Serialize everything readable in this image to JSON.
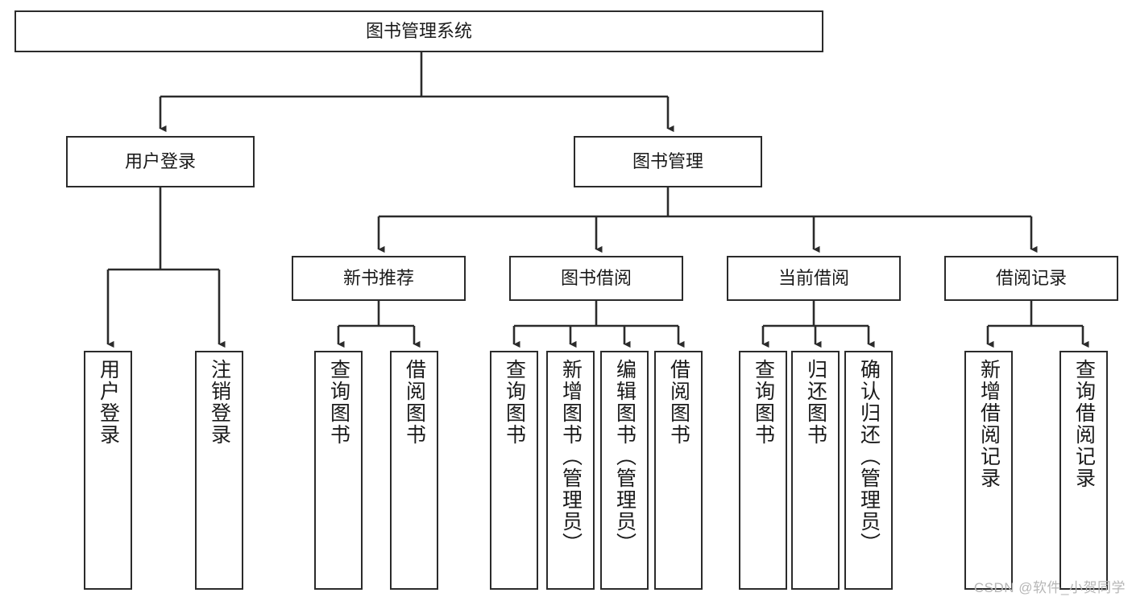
{
  "diagram": {
    "type": "tree-hierarchy",
    "title_node": "图书管理系统",
    "watermark": "CSDN @软件_小贺同学",
    "colors": {
      "line": "#2b2b2b",
      "box_border": "#2b2b2b",
      "background": "#ffffff",
      "text": "#1a1a1a",
      "watermark": "#b6b6b6"
    },
    "levels": {
      "level1": [
        "图书管理系统"
      ],
      "level2": [
        "用户登录",
        "图书管理"
      ],
      "level3": [
        "新书推荐",
        "图书借阅",
        "当前借阅",
        "借阅记录"
      ],
      "level4": [
        "用户登录",
        "注销登录",
        "查询图书",
        "借阅图书",
        "查询图书",
        "新增图书（管理员）",
        "编辑图书（管理员）",
        "借阅图书",
        "查询图书",
        "归还图书",
        "确认归还（管理员）",
        "新增借阅记录",
        "查询借阅记录"
      ]
    },
    "nodes": {
      "root": {
        "label": "图书管理系统"
      },
      "user_login": {
        "label": "用户登录"
      },
      "book_manage": {
        "label": "图书管理"
      },
      "new_book_rec": {
        "label": "新书推荐"
      },
      "book_borrow": {
        "label": "图书借阅"
      },
      "current_borrow": {
        "label": "当前借阅"
      },
      "borrow_record": {
        "label": "借阅记录"
      },
      "leaf_user_login": {
        "label": "用户登录"
      },
      "leaf_logout": {
        "label": "注销登录"
      },
      "leaf_query_book_1": {
        "label": "查询图书"
      },
      "leaf_borrow_book_1": {
        "label": "借阅图书"
      },
      "leaf_query_book_2": {
        "label": "查询图书"
      },
      "leaf_add_book_admin": {
        "label": "新增图书（管理员）"
      },
      "leaf_edit_book_admin": {
        "label": "编辑图书（管理员）"
      },
      "leaf_borrow_book_2": {
        "label": "借阅图书"
      },
      "leaf_query_book_3": {
        "label": "查询图书"
      },
      "leaf_return_book": {
        "label": "归还图书"
      },
      "leaf_confirm_return_admin": {
        "label": "确认归还（管理员）"
      },
      "leaf_add_borrow_record": {
        "label": "新增借阅记录"
      },
      "leaf_query_borrow_record": {
        "label": "查询借阅记录"
      }
    },
    "edges": [
      {
        "from": "图书管理系统",
        "to": "用户登录"
      },
      {
        "from": "图书管理系统",
        "to": "图书管理"
      },
      {
        "from": "用户登录",
        "to": "用户登录"
      },
      {
        "from": "用户登录",
        "to": "注销登录"
      },
      {
        "from": "图书管理",
        "to": "新书推荐"
      },
      {
        "from": "图书管理",
        "to": "图书借阅"
      },
      {
        "from": "图书管理",
        "to": "当前借阅"
      },
      {
        "from": "图书管理",
        "to": "借阅记录"
      },
      {
        "from": "新书推荐",
        "to": "查询图书"
      },
      {
        "from": "新书推荐",
        "to": "借阅图书"
      },
      {
        "from": "图书借阅",
        "to": "查询图书"
      },
      {
        "from": "图书借阅",
        "to": "新增图书（管理员）"
      },
      {
        "from": "图书借阅",
        "to": "编辑图书（管理员）"
      },
      {
        "from": "图书借阅",
        "to": "借阅图书"
      },
      {
        "from": "当前借阅",
        "to": "查询图书"
      },
      {
        "from": "当前借阅",
        "to": "归还图书"
      },
      {
        "from": "当前借阅",
        "to": "确认归还（管理员）"
      },
      {
        "from": "借阅记录",
        "to": "新增借阅记录"
      },
      {
        "from": "借阅记录",
        "to": "查询借阅记录"
      }
    ]
  }
}
